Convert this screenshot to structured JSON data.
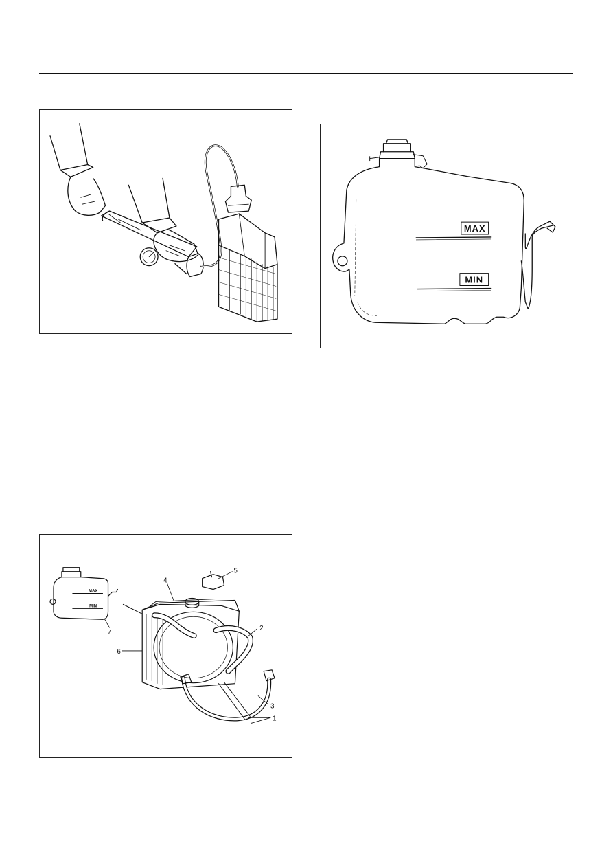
{
  "figures": {
    "pressure_test": {
      "subject": "radiator-cap-pressure-tester"
    },
    "reservoir": {
      "max_label": "MAX",
      "min_label": "MIN"
    },
    "radiator_assembly": {
      "reservoir_max_label": "MAX",
      "reservoir_min_label": "MIN",
      "callouts": [
        "1",
        "2",
        "3",
        "4",
        "5",
        "6",
        "7"
      ]
    }
  }
}
